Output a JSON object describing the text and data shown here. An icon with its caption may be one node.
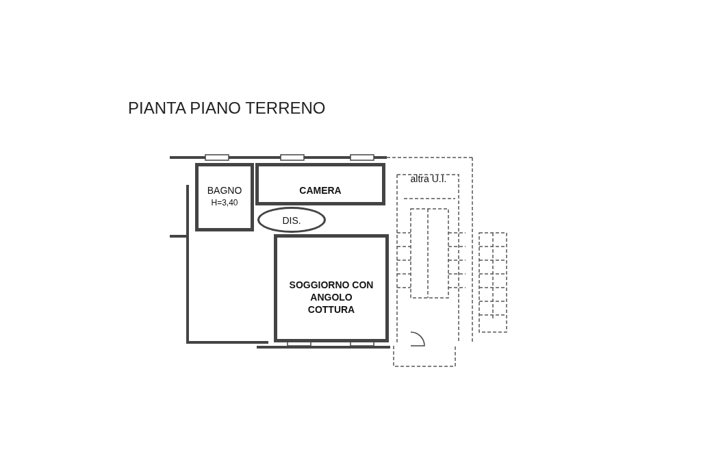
{
  "diagram": {
    "title": "PIANTA PIANO TERRENO",
    "nodes": [
      {
        "text": [
          "BAGNO",
          "H=3,40"
        ]
      },
      {
        "text": [
          "CAMERA"
        ]
      },
      {
        "text": [
          "DIS."
        ]
      },
      {
        "text": [
          "SOGGIORNO CON ANGOLO COTTURA"
        ]
      },
      {
        "text": [
          "altra U.I."
        ]
      }
    ]
  }
}
